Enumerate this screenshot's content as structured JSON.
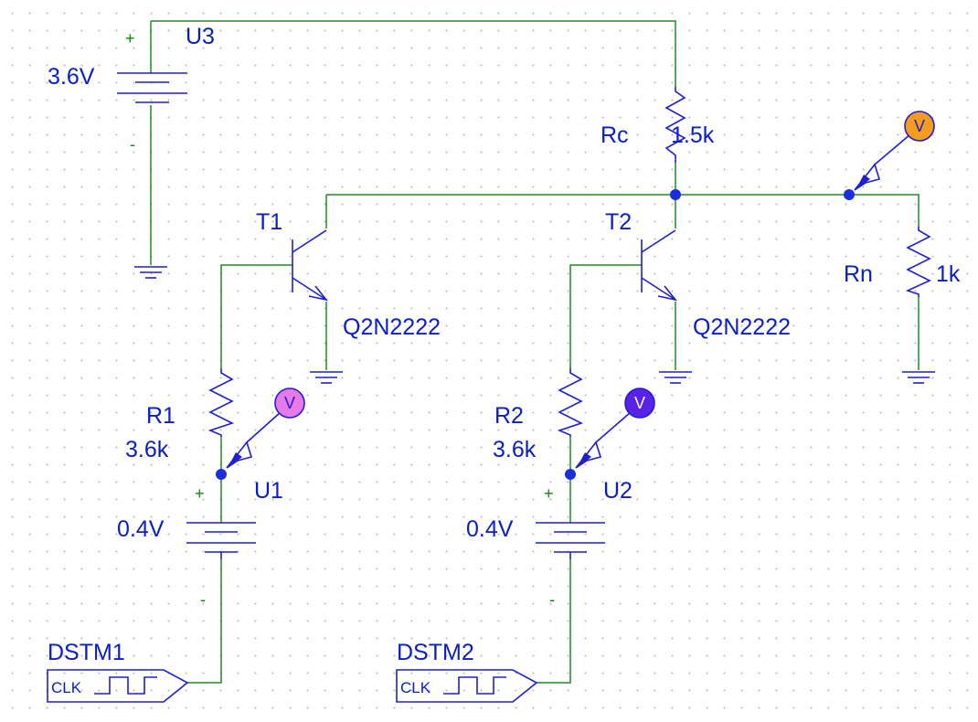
{
  "sources": {
    "u3": {
      "ref": "U3",
      "value": "3.6V",
      "plus": "+",
      "minus": "-"
    },
    "u1": {
      "ref": "U1",
      "value": "0.4V",
      "plus": "+",
      "minus": "-"
    },
    "u2": {
      "ref": "U2",
      "value": "0.4V",
      "plus": "+",
      "minus": "-"
    }
  },
  "resistors": {
    "rc": {
      "ref": "Rc",
      "value": "1.5k"
    },
    "rn": {
      "ref": "Rn",
      "value": "1k"
    },
    "r1": {
      "ref": "R1",
      "value": "3.6k"
    },
    "r2": {
      "ref": "R2",
      "value": "3.6k"
    }
  },
  "transistors": {
    "t1": {
      "ref": "T1",
      "model": "Q2N2222"
    },
    "t2": {
      "ref": "T2",
      "model": "Q2N2222"
    }
  },
  "stimuli": {
    "dstm1": {
      "ref": "DSTM1",
      "pin": "CLK"
    },
    "dstm2": {
      "ref": "DSTM2",
      "pin": "CLK"
    }
  },
  "probes": {
    "out": {
      "label": "V",
      "color": "#f39c1e"
    },
    "r1": {
      "label": "V",
      "color": "#e87ae8"
    },
    "r2": {
      "label": "V",
      "color": "#5a22e6"
    }
  },
  "colors": {
    "wire": "#1e8c1e",
    "component": "#1e1ed2",
    "node": "#1a2ee0",
    "label": "#0a1ec8"
  }
}
